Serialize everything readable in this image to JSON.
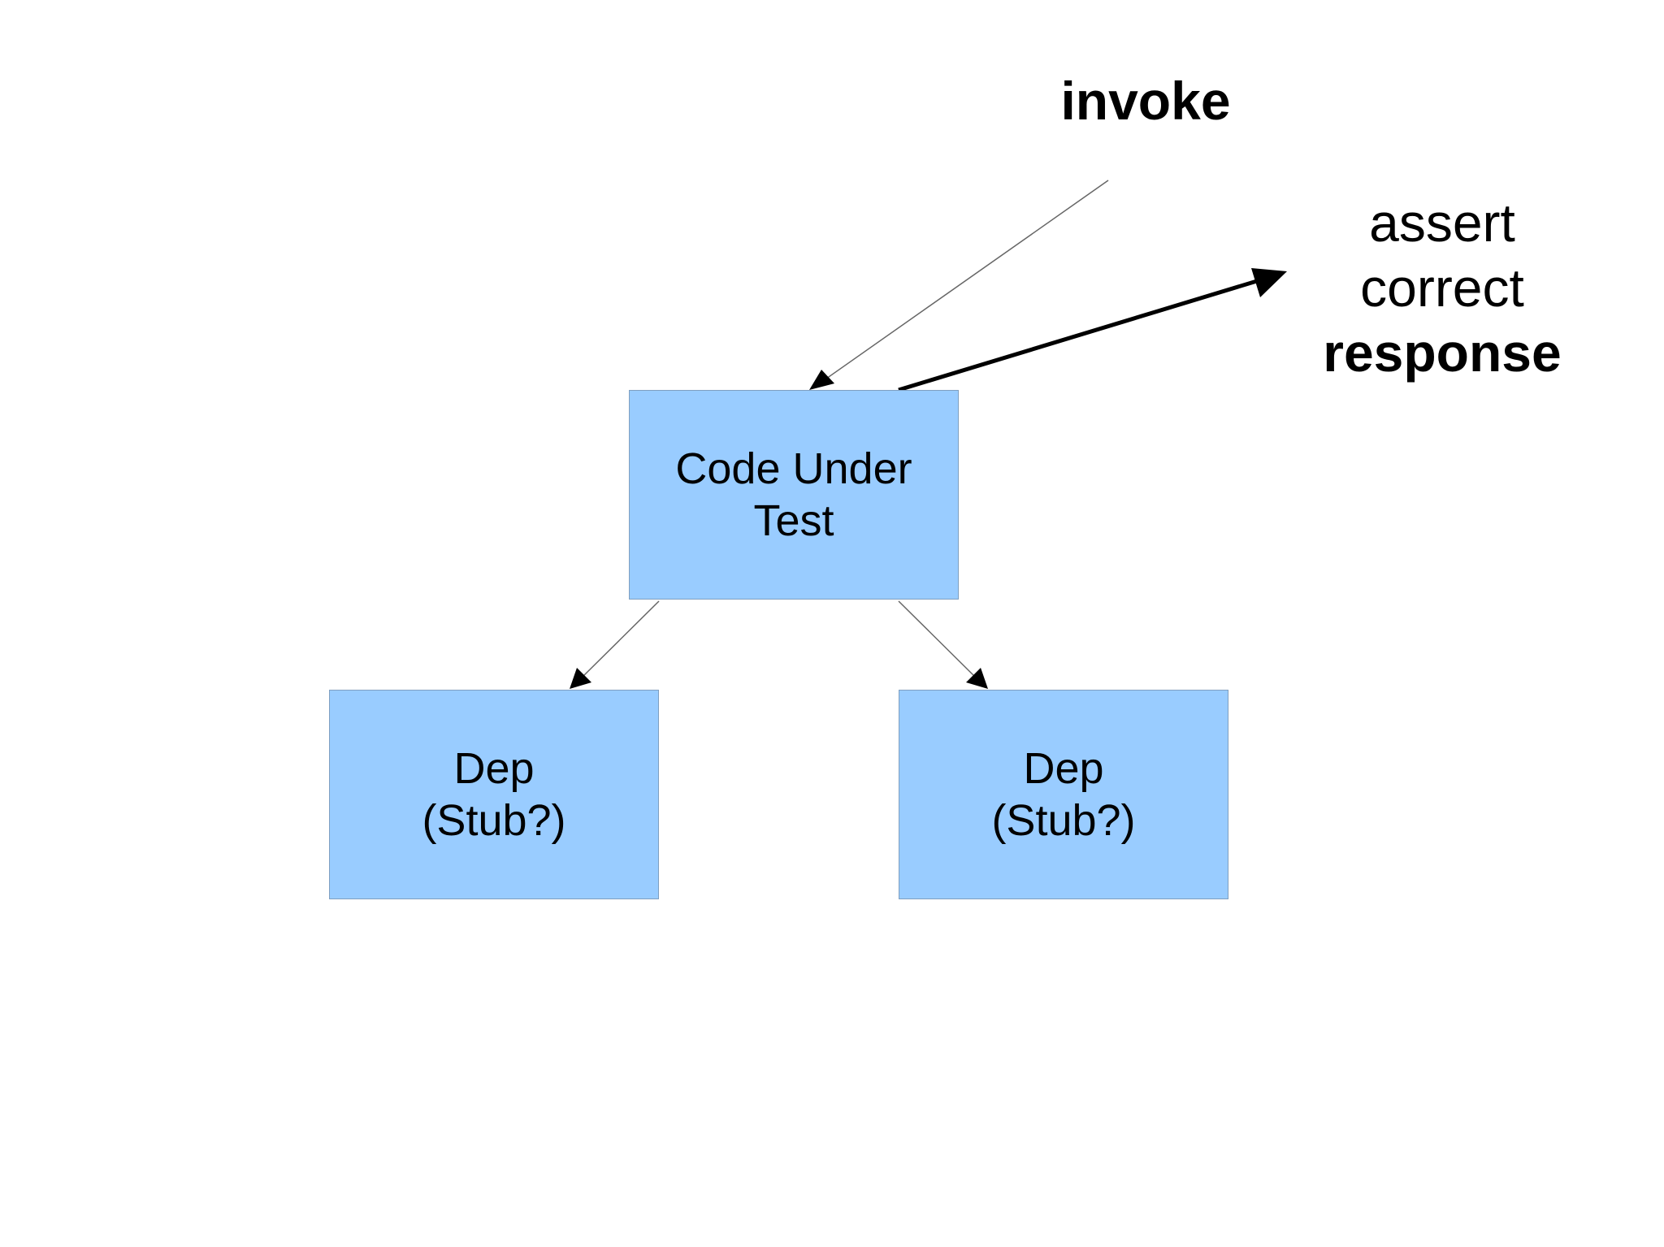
{
  "invoke_label": "invoke",
  "assert_label": {
    "line1": "assert",
    "line2": "correct",
    "line3": "response"
  },
  "boxes": {
    "code_under_test": {
      "line1": "Code Under",
      "line2": "Test"
    },
    "dep_left": {
      "line1": "Dep",
      "line2": "(Stub?)"
    },
    "dep_right": {
      "line1": "Dep",
      "line2": "(Stub?)"
    }
  },
  "colors": {
    "box_fill": "#99ccff",
    "box_border": "#7f9fc0",
    "arrow": "#000000"
  }
}
